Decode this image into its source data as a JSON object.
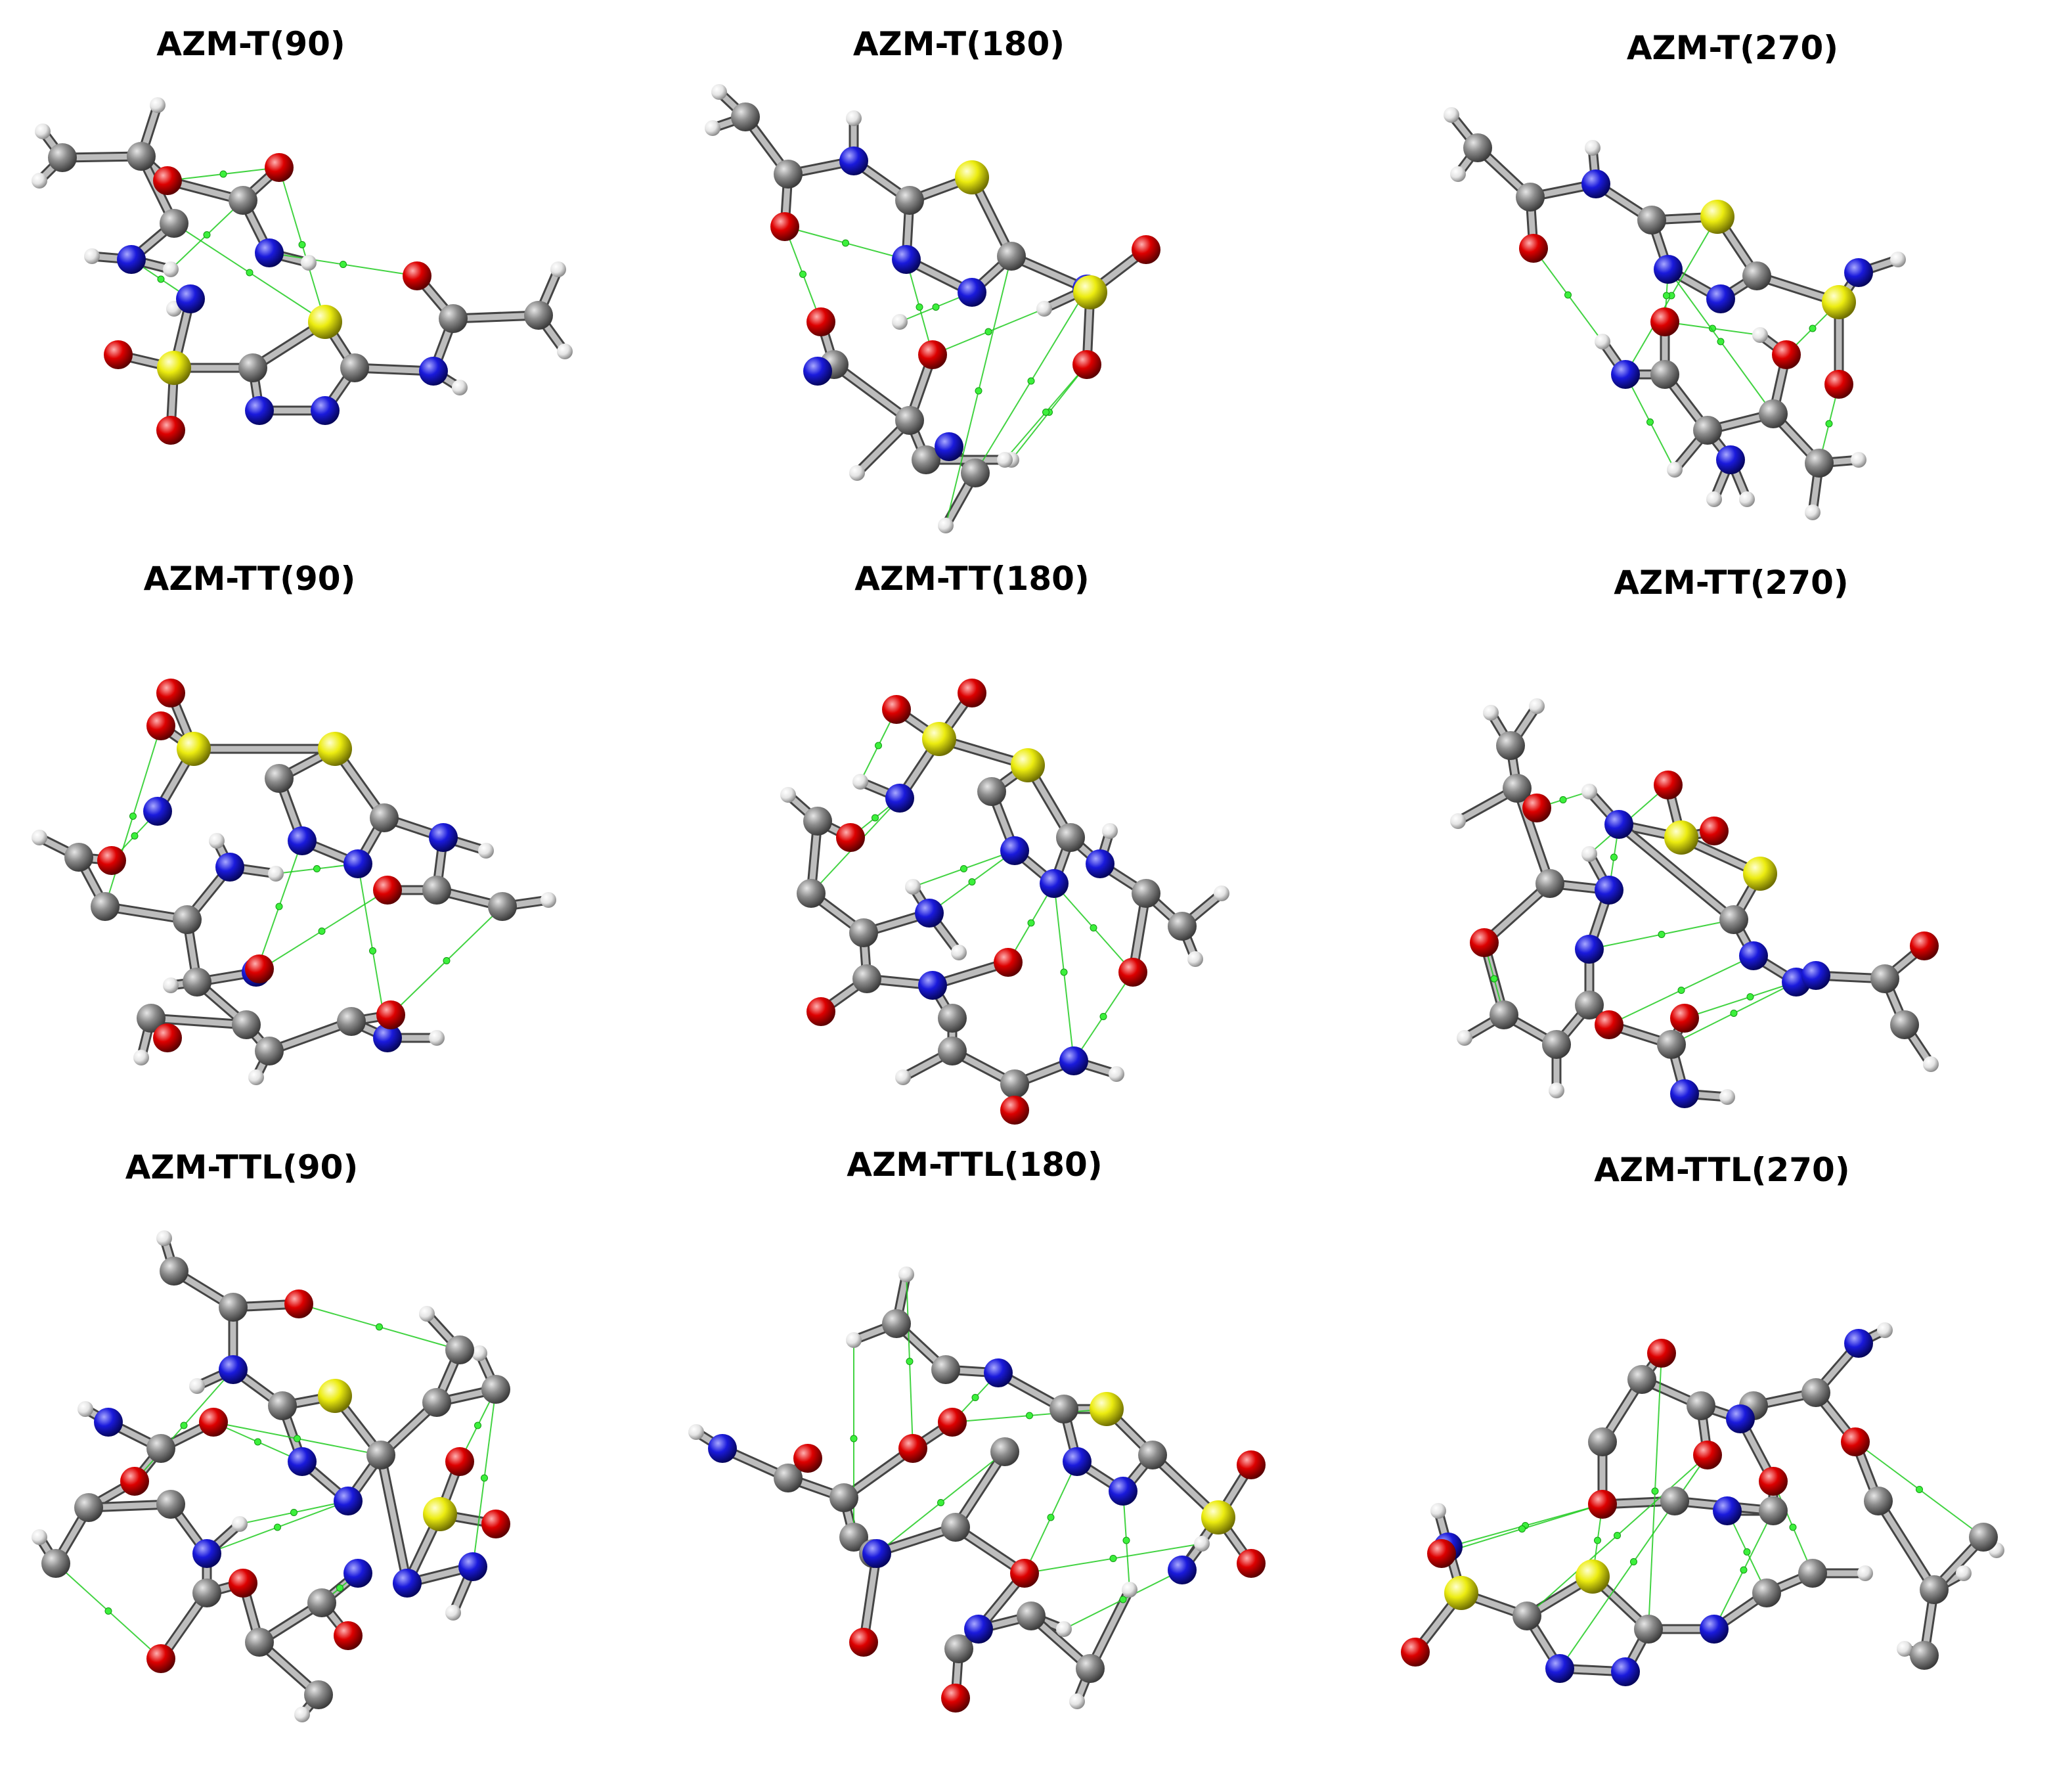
{
  "panels": [
    {
      "title": "AZM-T(90)"
    },
    {
      "title": "AZM-T(180)"
    },
    {
      "title": "AZM-T(270)"
    },
    {
      "title": "AZM-TT(90)"
    },
    {
      "title": "AZM-TT(180)"
    },
    {
      "title": "AZM-TT(270)"
    },
    {
      "title": "AZM-TTL(90)"
    },
    {
      "title": "AZM-TTL(180)"
    },
    {
      "title": "AZM-TTL(270)"
    }
  ],
  "atom_colors": {
    "C": "#7f7f7f",
    "O": "#d40000",
    "N": "#1212c8",
    "S": "#e6e600",
    "H": "#e0e0e0"
  },
  "bond_path_color": "#22cc22"
}
